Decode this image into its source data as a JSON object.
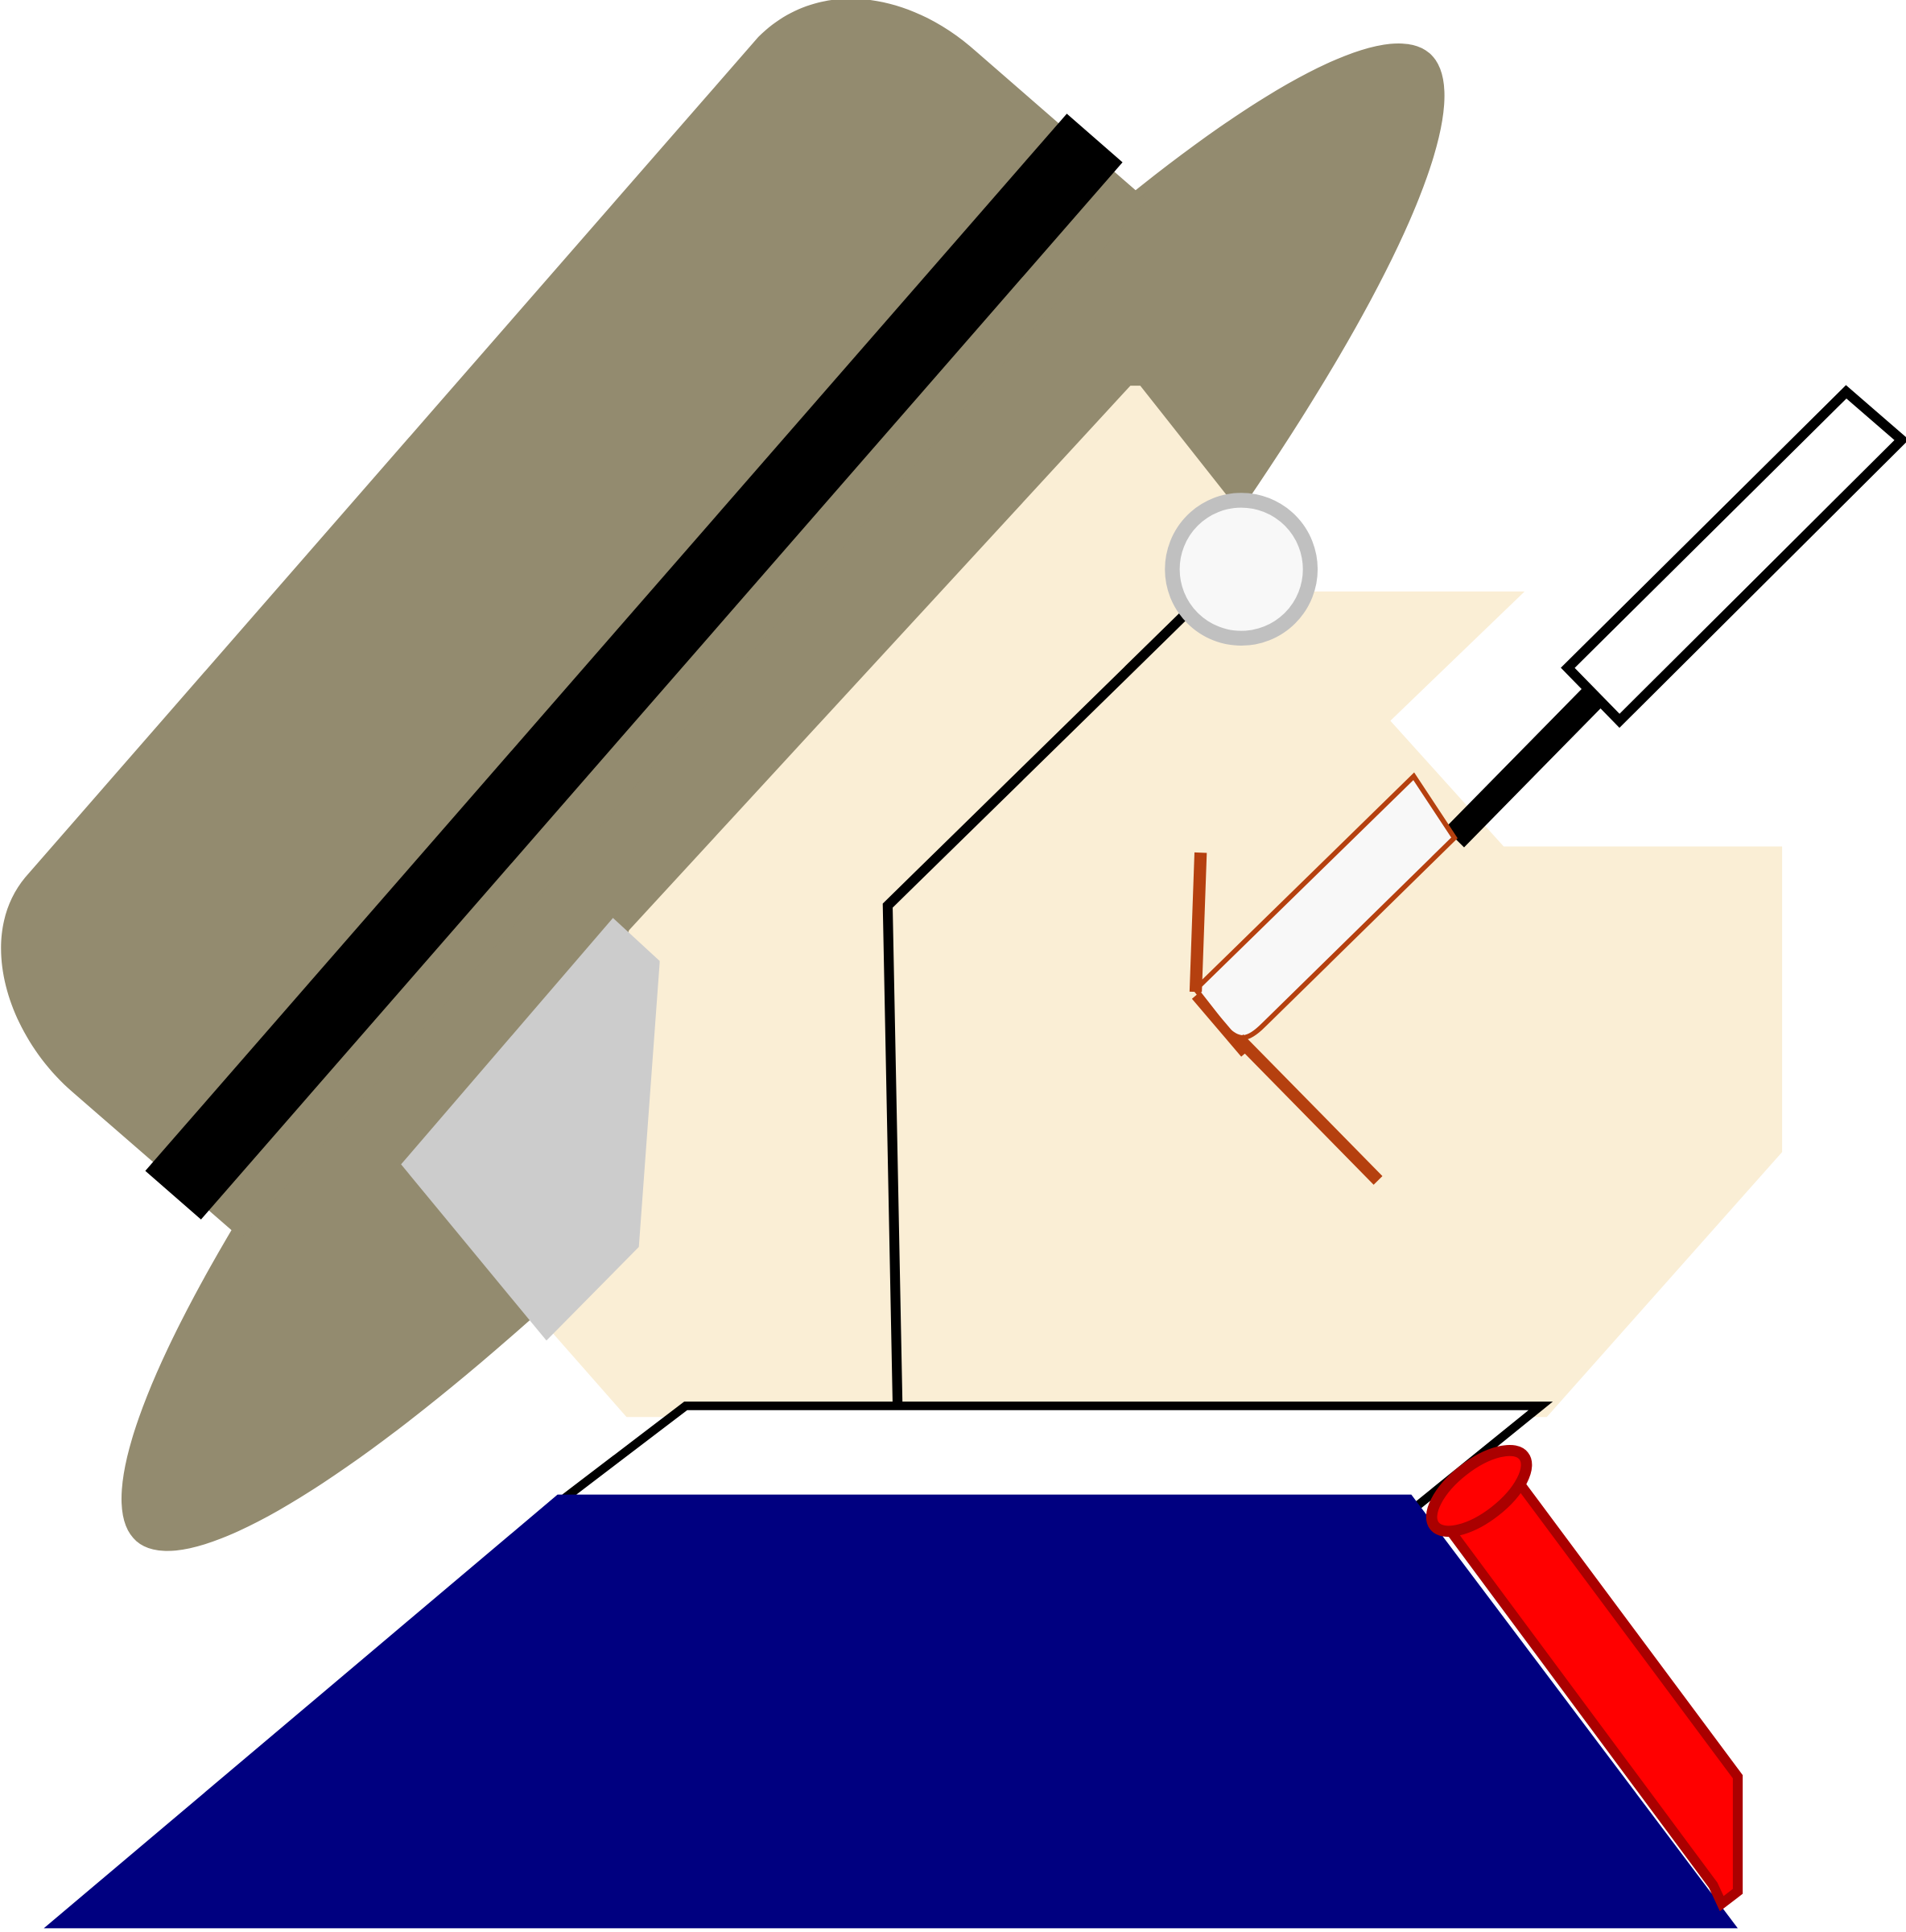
{
  "illustration": {
    "colors": {
      "hat": "#938b6f",
      "hat_band": "#000000",
      "cream_background": "#faeed5",
      "base_navy": "#000080",
      "tube_red": "#ff0000",
      "tube_outline": "#aa0000",
      "accent_orange": "#b5400f",
      "knob_fill": "#f8f8f8",
      "knob_outline": "#c0c0c0"
    },
    "icons": [
      "hat",
      "pen",
      "knob",
      "red-tube",
      "textured-patch"
    ]
  }
}
